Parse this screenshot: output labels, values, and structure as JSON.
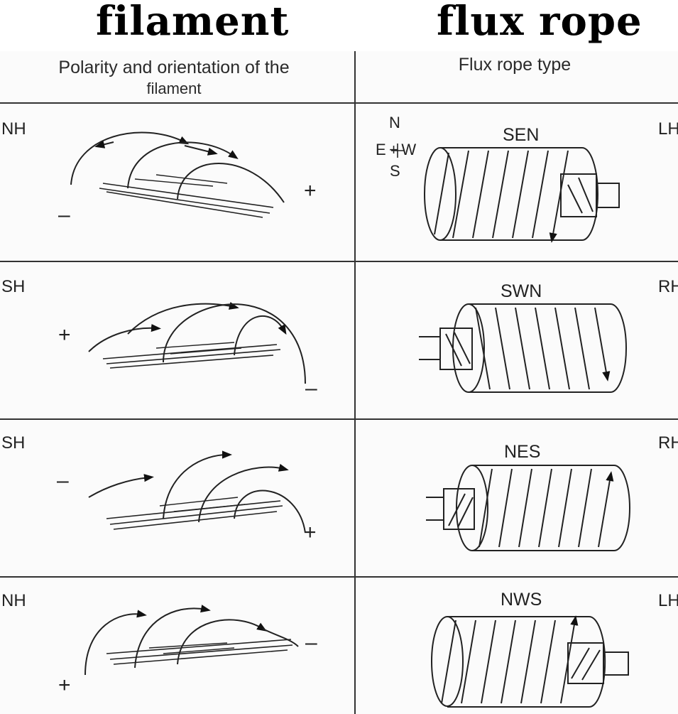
{
  "titles": {
    "left": "filament",
    "right": "flux rope"
  },
  "headers": {
    "left_line1": "Polarity and orientation of the",
    "left_line2": "filament",
    "right": "Flux rope type"
  },
  "compass": {
    "n": "N",
    "ew": "E + W",
    "s": "S"
  },
  "rows": [
    {
      "hemisphere": "NH",
      "type": "SEN",
      "handedness": "LH",
      "sign_left": "–",
      "sign_right": "+"
    },
    {
      "hemisphere": "SH",
      "type": "SWN",
      "handedness": "RH",
      "sign_left": "+",
      "sign_right": "–"
    },
    {
      "hemisphere": "SH",
      "type": "NES",
      "handedness": "RH",
      "sign_left": "–",
      "sign_right": "+"
    },
    {
      "hemisphere": "NH",
      "type": "NWS",
      "handedness": "LH",
      "sign_left": "+",
      "sign_right": "–"
    }
  ]
}
